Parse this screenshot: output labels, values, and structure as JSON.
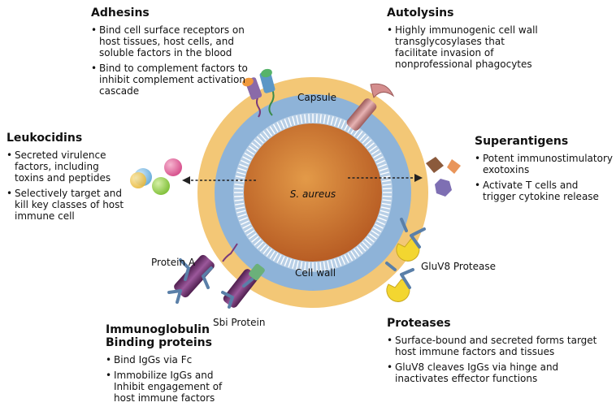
{
  "center": {
    "organism": "S. aureus",
    "capsule_label": "Capsule",
    "cell_wall_label": "Cell wall"
  },
  "adhesins": {
    "title": "Adhesins",
    "bullets": [
      "Bind cell surface receptors on host tissues, host cells, and soluble factors in the blood",
      "Bind to complement factors to inhibit complement activation cascade"
    ]
  },
  "autolysins": {
    "title": "Autolysins",
    "bullets": [
      "Highly immunogenic cell wall transglycosylases that facilitate invasion of nonprofessional phagocytes"
    ]
  },
  "leukocidins": {
    "title": "Leukocidins",
    "bullets": [
      "Secreted virulence factors, including toxins and peptides",
      "Selectively target and kill key classes of host immune cell"
    ]
  },
  "superantigens": {
    "title": "Superantigens",
    "bullets": [
      "Potent immunostimulatory exotoxins",
      "Activate T cells and trigger cytokine release"
    ]
  },
  "immunoglobulin": {
    "title_line1": "Immunoglobulin",
    "title_line2": "Binding proteins",
    "bullets": [
      "Bind IgGs via Fc",
      "Immobilize IgGs and Inhibit engagement of host immune factors"
    ]
  },
  "proteases": {
    "title": "Proteases",
    "bullets": [
      "Surface-bound and secreted forms target host immune factors and tissues",
      "GluV8 cleaves IgGs via hinge and inactivates effector functions"
    ]
  },
  "labels": {
    "protein_a": "Protein A",
    "sbi_protein": "Sbi Protein",
    "gluv8_protease": "GluV8 Protease"
  },
  "colors": {
    "capsule": "#f3c776",
    "cell_wall": "#8eb3d8",
    "cytoplasm_inner": "#d98a3a",
    "cytoplasm_outer": "#c1672a",
    "protein_a": "#7a3a7a",
    "antibody": "#5a7fa8",
    "gluv8": "#f3d630",
    "autolysin": "#c98a8a",
    "superantigen_brown": "#8b5a3c",
    "superantigen_orange": "#e9955a",
    "superantigen_purple": "#7e6fb3"
  }
}
